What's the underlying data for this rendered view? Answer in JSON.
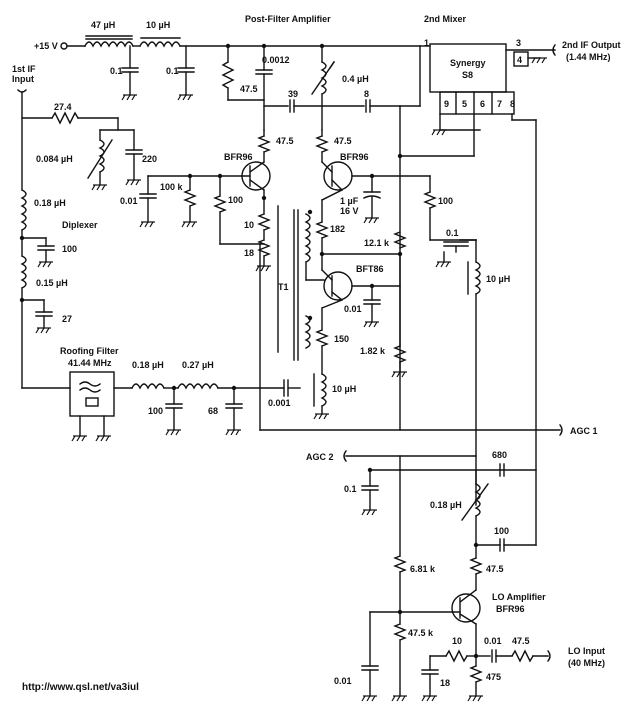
{
  "headings": {
    "post_filter_amplifier": "Post-Filter Amplifier",
    "second_mixer": "2nd Mixer",
    "diplexer": "Diplexer",
    "roofing_filter": "Roofing Filter",
    "roofing_freq": "41.44 MHz",
    "lo_amplifier": "LO Amplifier",
    "lo_transistor": "BFR96",
    "transformer": "T1"
  },
  "ports": {
    "supply": "+15 V",
    "first_if_input_line1": "1st IF",
    "first_if_input_line2": "Input",
    "second_if_output": "2nd IF Output",
    "second_if_output_freq": "(1.44 MHz)",
    "agc1": "AGC 1",
    "agc2": "AGC 2",
    "lo_input": "LO Input",
    "lo_input_freq": "(40 MHz)"
  },
  "mixer": {
    "name_line1": "Synergy",
    "name_line2": "S8",
    "pins": [
      "1",
      "3",
      "4",
      "9",
      "5",
      "6",
      "7",
      "8"
    ]
  },
  "transistors": {
    "q1": "BFR96",
    "q2": "BFR96",
    "q3": "BFT86"
  },
  "components": {
    "l_47uh": "47 µH",
    "l_10uh_top": "10 µH",
    "c_01_a": "0.1",
    "c_01_b": "0.1",
    "r_475_top": "47.5",
    "c_00012": "0.0012",
    "l_04uh": "0.4 µH",
    "c_39": "39",
    "c_8": "8",
    "r_274": "27.4",
    "l_0084uh": "0.084 µH",
    "c_220": "220",
    "r_475_q1": "47.5",
    "r_475_q2": "47.5",
    "c_001_bias": "0.01",
    "r_100k": "100 k",
    "r_100_q1": "100",
    "l_018uh_dip": "0.18 µH",
    "c_100_dip": "100",
    "l_015uh": "0.15 µH",
    "c_27": "27",
    "r_10": "10",
    "r_18": "18",
    "c_1uf": "1 µF",
    "c_1uf_v": "16 V",
    "r_182": "182",
    "r_121k": "12.1 k",
    "r_100_right": "100",
    "c_01_right": "0.1",
    "l_10uh_right": "10 µH",
    "c_001_q3": "0.01",
    "r_150": "150",
    "r_182k": "1.82 k",
    "l_10uh_low": "10 µH",
    "l_018uh_rf": "0.18 µH",
    "l_027uh": "0.27 µH",
    "c_100_rf": "100",
    "c_68": "68",
    "c_0001": "0.001",
    "c_01_lo": "0.1",
    "c_680": "680",
    "l_018uh_lo": "0.18 µH",
    "c_100_lo": "100",
    "r_681k": "6.81 k",
    "r_475_lo": "47.5",
    "r_475k": "47.5 k",
    "r_10_lo": "10",
    "c_001_lo": "0.01",
    "r_475_in": "47.5",
    "c_001_base": "0.01",
    "r_18_lo": "18",
    "r_475_em": "475"
  },
  "footer": {
    "url": "http://www.qsl.net/va3iul"
  }
}
